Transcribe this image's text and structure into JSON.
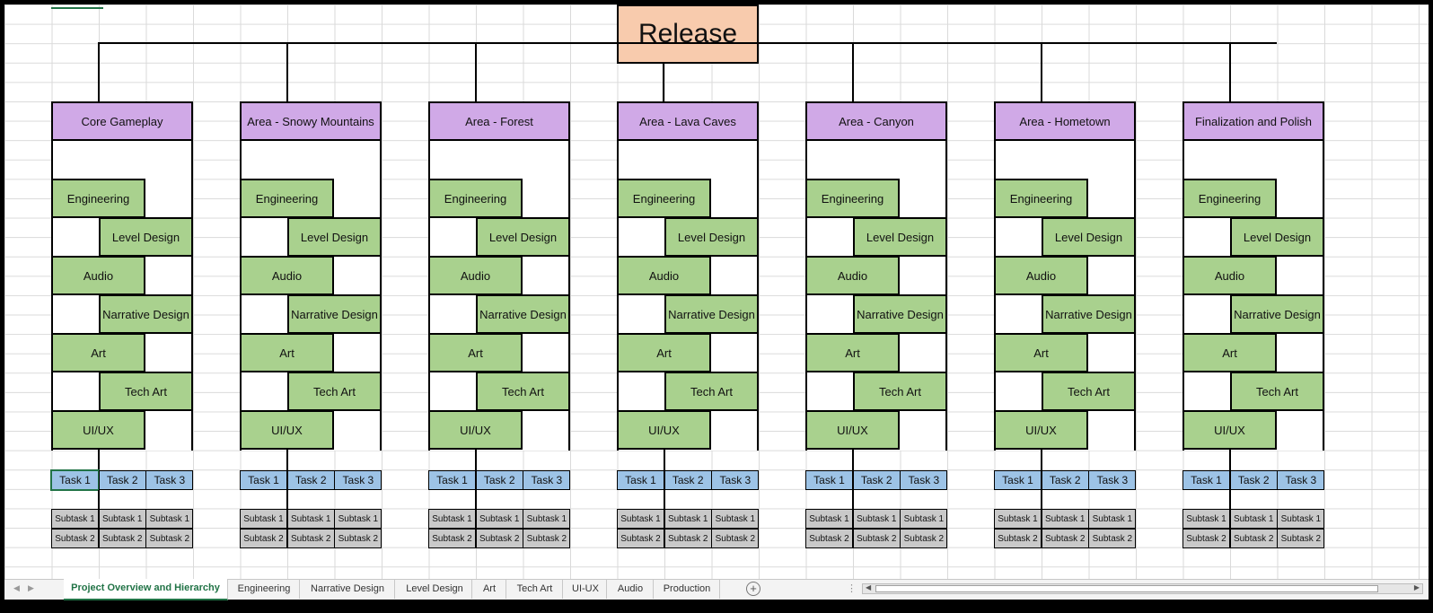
{
  "release": {
    "label": "Release"
  },
  "disciplines": [
    "Engineering",
    "Level Design",
    "Audio",
    "Narrative Design",
    "Art",
    "Tech Art",
    "UI/UX"
  ],
  "tasks": [
    "Task 1",
    "Task 2",
    "Task 3"
  ],
  "subtask_rows": [
    "Subtask 1",
    "Subtask 2"
  ],
  "columns": [
    {
      "title": "Core Gameplay"
    },
    {
      "title": "Area - Snowy Mountains"
    },
    {
      "title": "Area - Forest"
    },
    {
      "title": "Area - Lava Caves"
    },
    {
      "title": "Area - Canyon"
    },
    {
      "title": "Area - Hometown"
    },
    {
      "title": "Finalization and Polish"
    }
  ],
  "sheet_tabs": [
    {
      "label": "Project Overview and Hierarchy",
      "active": true
    },
    {
      "label": "Engineering",
      "active": false
    },
    {
      "label": "Narrative Design",
      "active": false
    },
    {
      "label": "Level Design",
      "active": false
    },
    {
      "label": "Art",
      "active": false
    },
    {
      "label": "Tech Art",
      "active": false
    },
    {
      "label": "UI-UX",
      "active": false
    },
    {
      "label": "Audio",
      "active": false
    },
    {
      "label": "Production",
      "active": false
    }
  ],
  "icons": {
    "add_sheet": "plus-circle-icon",
    "tab_nav_prev": "chevron-left-icon",
    "tab_nav_next": "chevron-right-icon",
    "scroll_left": "scroll-left-icon",
    "scroll_right": "scroll-right-icon"
  },
  "colors": {
    "release": "#f8cbad",
    "area": "#d0a9e7",
    "discipline": "#a9d18e",
    "task": "#9dc3e6",
    "subtask": "#c9c9c9",
    "excel_green": "#217346"
  }
}
